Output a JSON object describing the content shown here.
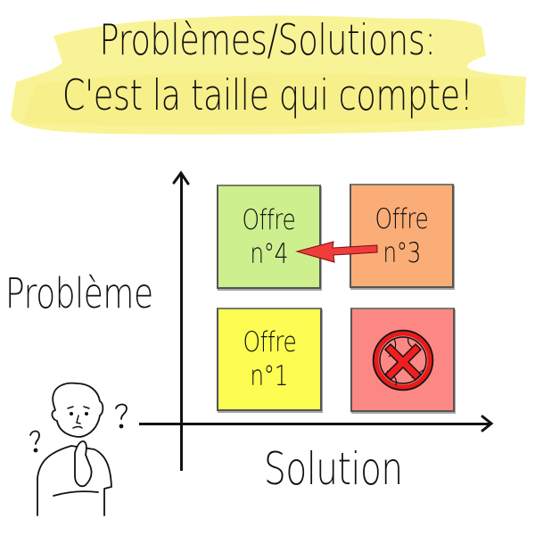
{
  "title": {
    "line1": "Problèmes/Solutions:",
    "line2": "C'est la taille qui compte!",
    "highlight_color": "#f8f28c"
  },
  "axes": {
    "y_label": "Problème",
    "x_label": "Solution"
  },
  "notes": [
    {
      "id": "offre-4",
      "line1": "Offre",
      "line2": "n°4",
      "color": "#cdef8e",
      "position": "top-left"
    },
    {
      "id": "offre-3",
      "line1": "Offre",
      "line2": "n°3",
      "color": "#fbad78",
      "position": "top-right"
    },
    {
      "id": "offre-1",
      "line1": "Offre",
      "line2": "n°1",
      "color": "#fcfc52",
      "position": "bottom-left"
    },
    {
      "id": "rejected",
      "icon": "crossed-globe-icon",
      "color": "#fc8886",
      "position": "bottom-right"
    }
  ],
  "arrow": {
    "from": "offre-3",
    "to": "offre-4",
    "color": "#f03c3c"
  },
  "character": {
    "icon": "thinking-person-icon",
    "question_marks": 2
  }
}
